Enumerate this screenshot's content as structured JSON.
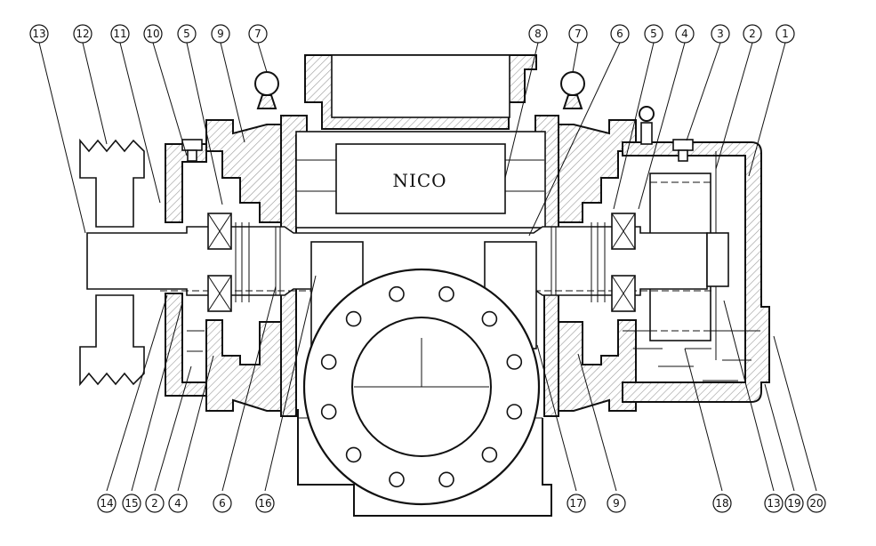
{
  "brand_label": "NICO",
  "colors": {
    "line": "#111111",
    "background": "#ffffff",
    "hatch": "#9a9a9a"
  },
  "callouts_top": [
    "13",
    "12",
    "11",
    "10",
    "5",
    "9",
    "7",
    "8",
    "7",
    "6",
    "5",
    "4",
    "3",
    "2",
    "1"
  ],
  "callouts_bottom": [
    "14",
    "15",
    "2",
    "4",
    "6",
    "16",
    "17",
    "9",
    "18",
    "13",
    "19",
    "20"
  ]
}
